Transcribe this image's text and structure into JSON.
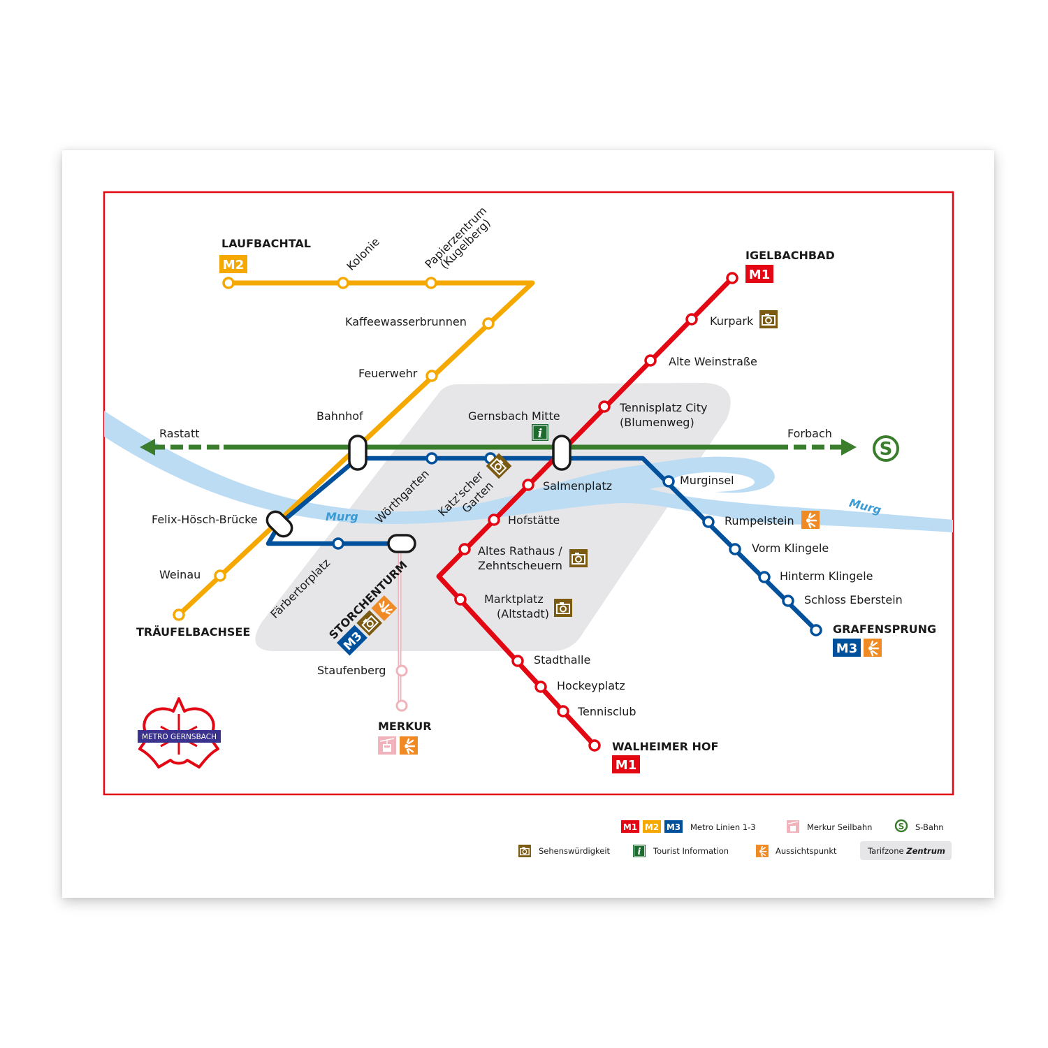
{
  "colors": {
    "m1": "#e30613",
    "m2": "#f5a800",
    "m3": "#00509b",
    "sbahn": "#3a7d2c",
    "seilbahn": "#f0b3bb",
    "river": "#bcdcf4",
    "river_text": "#3a9ad4",
    "zone": "#e6e6e8",
    "sight": "#7b5b12",
    "viewpoint": "#f08a24",
    "info": "#1e6b30",
    "frame": "#e30613",
    "logo_banner": "#3b3290"
  },
  "logo": {
    "text": "METRO GERNSBACH"
  },
  "river": {
    "name_left": "Murg",
    "name_right": "Murg"
  },
  "sbahn": {
    "west": "Rastatt",
    "east": "Forbach",
    "symbol": "S"
  },
  "lines": {
    "m1": {
      "badge": "M1",
      "terminus_north": "IGELBACHBAD",
      "terminus_south": "WALHEIMER HOF",
      "stations": [
        "Kurpark",
        "Alte Weinstraße",
        "Tennisplatz City",
        "(Blumenweg)",
        "Gernsbach Mitte",
        "Salmenplatz",
        "Hofstätte",
        "Altes Rathaus /",
        "Zehntscheuern",
        "Marktplatz",
        "(Altstadt)",
        "Stadthalle",
        "Hockeyplatz",
        "Tennisclub"
      ]
    },
    "m2": {
      "badge": "M2",
      "terminus_north": "LAUFBACHTAL",
      "terminus_south": "TRÄUFELBACHSEE",
      "stations": [
        "Kolonie",
        "Papierzentrum",
        "(Kugelberg)",
        "Kaffeewasserbrunnen",
        "Feuerwehr",
        "Bahnhof",
        "Felix-Hösch-Brücke",
        "Weinau"
      ]
    },
    "m3": {
      "badge": "M3",
      "terminus_west": "STORCHENTURM",
      "terminus_east": "GRAFENSPRUNG",
      "stations": [
        "Färbertorplatz",
        "Wörthgarten",
        "Katz'scher",
        "Garten",
        "Murginsel",
        "Rumpelstein",
        "Vorm Klingele",
        "Hinterm Klingele",
        "Schloss Eberstein"
      ]
    },
    "seilbahn": {
      "stations": [
        "Staufenberg"
      ],
      "terminus": "MERKUR"
    }
  },
  "legend": {
    "row1": [
      {
        "badges": [
          "M1",
          "M2",
          "M3"
        ],
        "label": "Metro Linien 1-3"
      },
      {
        "icon": "cable-car-icon",
        "label": "Merkur Seilbahn"
      },
      {
        "icon": "sbahn-icon",
        "label": "S-Bahn"
      }
    ],
    "row2": [
      {
        "icon": "camera-icon",
        "label": "Sehenswürdigkeit"
      },
      {
        "icon": "info-icon",
        "label": "Tourist Information"
      },
      {
        "icon": "viewpoint-icon",
        "label": "Aussichtspunkt"
      },
      {
        "label": "Tarifzone",
        "label_em": "Zentrum"
      }
    ]
  }
}
